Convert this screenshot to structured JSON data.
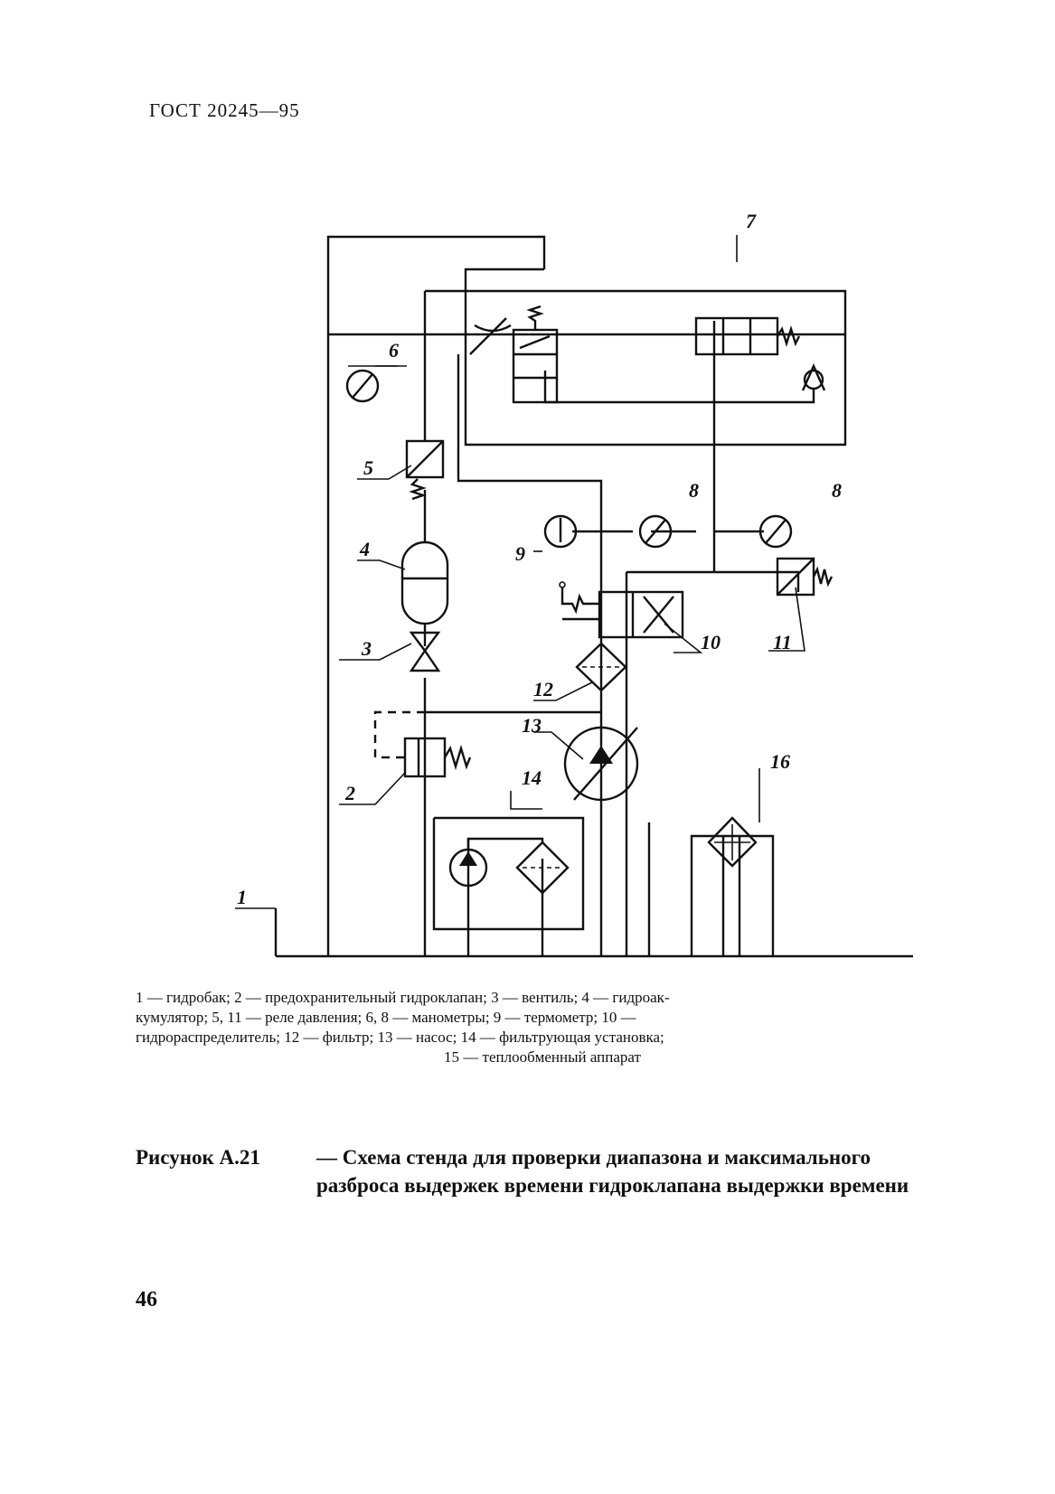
{
  "header": {
    "doc_id": "ГОСТ 20245—95"
  },
  "diagram": {
    "labels": {
      "l1": "1",
      "l2": "2",
      "l3": "3",
      "l4": "4",
      "l5": "5",
      "l6": "6",
      "l7": "7",
      "l8a": "8",
      "l8b": "8",
      "l9": "9",
      "l10": "10",
      "l11": "11",
      "l12": "12",
      "l13": "13",
      "l14": "14",
      "l16": "16"
    }
  },
  "legend": {
    "lines": [
      "1 — гидробак; 2 — предохранительный гидроклапан; 3 — вентиль; 4 — гидроак-",
      "кумулятор; 5, 11 — реле давления; 6, 8 — манометры; 9 — термометр; 10 —",
      "гидрораспределитель; 12 — фильтр; 13 — насос; 14 — фильтрующая установка;",
      "15 — теплообменный аппарат"
    ]
  },
  "caption": {
    "label": "Рисунок А.21",
    "text": "— Схема стенда для проверки диапазона и максимального разброса выдержек времени гидроклапана выдержки времени"
  },
  "page": {
    "number": "46"
  }
}
